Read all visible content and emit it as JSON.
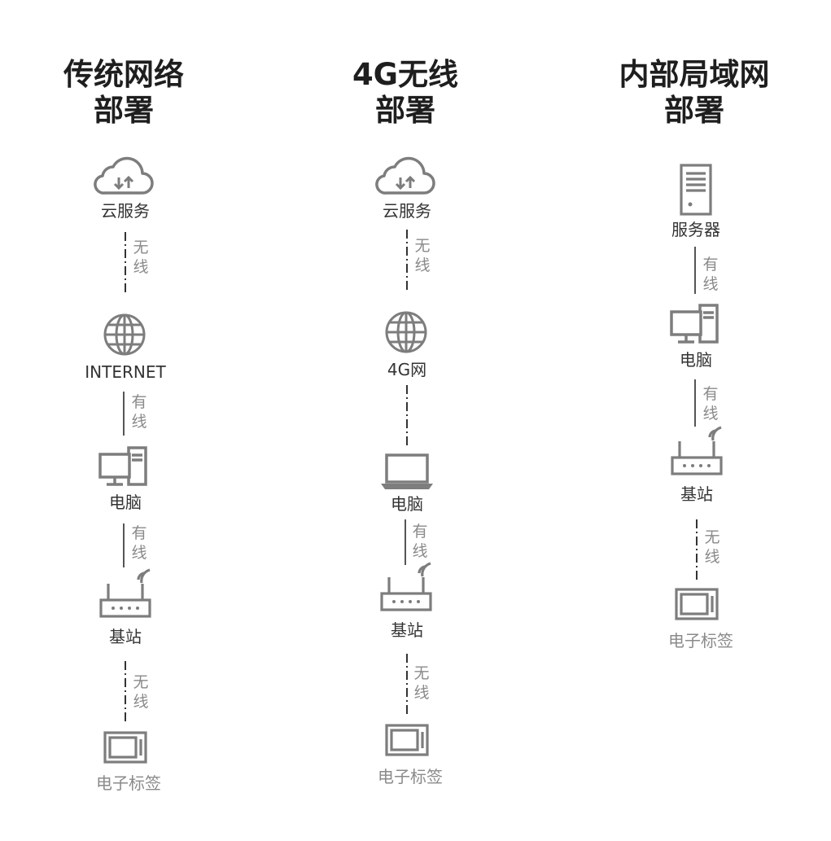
{
  "columns": [
    {
      "title_line1": "传统网络",
      "title_line2": "部署",
      "nodes": [
        "云服务",
        "INTERNET",
        "电脑",
        "基站",
        "电子标签"
      ],
      "links": [
        "无线",
        "有线",
        "有线",
        "无线"
      ]
    },
    {
      "title_line1": "4G无线",
      "title_line2": "部署",
      "nodes": [
        "云服务",
        "4G网",
        "电脑",
        "基站",
        "电子标签"
      ],
      "links": [
        "无线",
        "",
        "有线",
        "无线"
      ]
    },
    {
      "title_line1": "内部局域网",
      "title_line2": "部署",
      "nodes": [
        "服务器",
        "电脑",
        "基站",
        "电子标签"
      ],
      "links": [
        "有线",
        "有线",
        "无线"
      ]
    }
  ],
  "colors": {
    "icon": "#7d7d7d",
    "text": "#333333",
    "muted": "#8a8a8a"
  }
}
